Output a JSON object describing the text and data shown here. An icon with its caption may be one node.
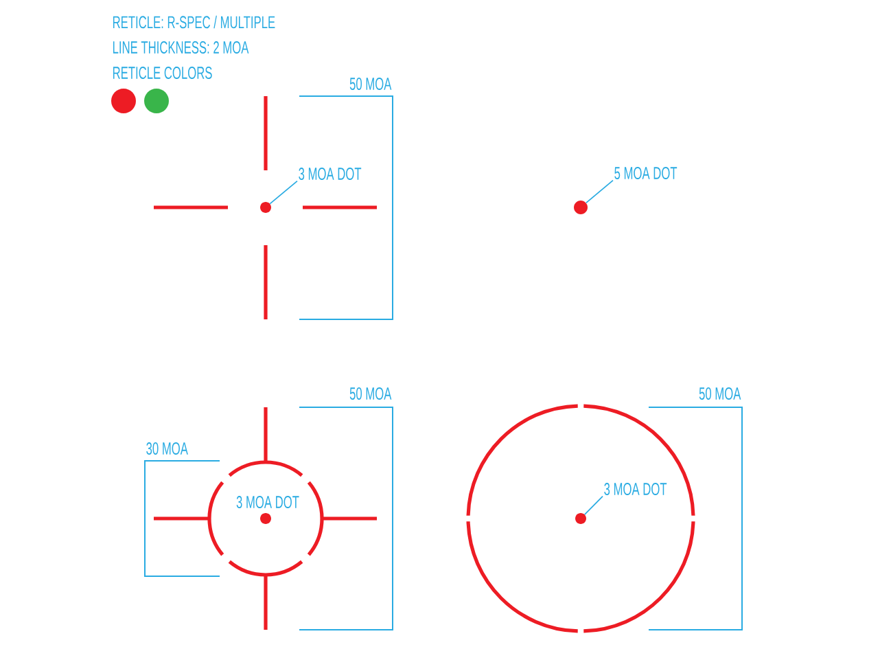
{
  "diagram": {
    "nodes": [
      {
        "text": [
          "3 MOA DOT"
        ]
      },
      {
        "text": [],
        "shape": "circle"
      },
      {
        "text": [
          "5 MOA DOT"
        ]
      },
      {
        "text": [],
        "shape": "circle"
      },
      {
        "text": [],
        "shape": "circle"
      },
      {
        "text": [
          "3 MOA DOT"
        ]
      },
      {
        "text": [],
        "shape": "circle"
      }
    ],
    "edges": [
      {
        "from": 0,
        "to": 1,
        "arrow": "none"
      },
      {
        "from": 2,
        "to": 3,
        "arrow": "none"
      },
      {
        "from": 5,
        "to": 6,
        "arrow": "none"
      }
    ],
    "labels": [
      "RETICLE: R-SPEC / MULTIPLE",
      "LINE THICKNESS: 2 MOA",
      "RETICLE COLORS",
      "50 MOA",
      "50 MOA",
      "30 MOA",
      "3 MOA DOT",
      "50 MOA"
    ]
  }
}
